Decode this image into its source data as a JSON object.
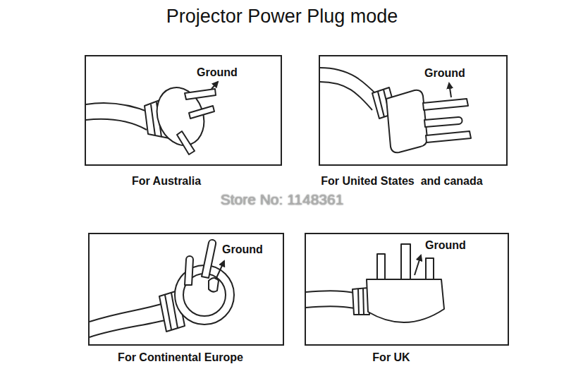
{
  "diagram": {
    "title": "Projector Power Plug mode",
    "nodes": [
      {
        "text": [
          "Ground",
          "For Australia"
        ]
      },
      {
        "text": [
          "Ground",
          "For United States  and canada"
        ]
      },
      {
        "text": [
          "Ground",
          "For Continental Europe"
        ]
      },
      {
        "text": [
          "Ground",
          "For UK"
        ]
      }
    ],
    "labels": [
      "Store No: 1148361"
    ]
  }
}
